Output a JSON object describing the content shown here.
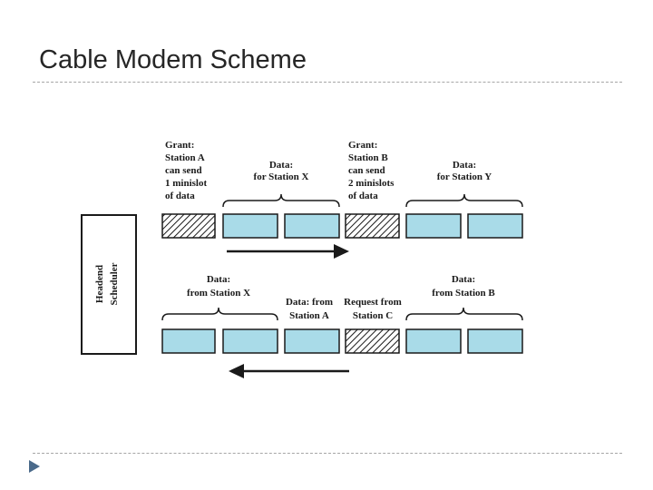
{
  "slide": {
    "title": "Cable Modem Scheme"
  },
  "diagram": {
    "headend": {
      "line1": "Headend",
      "line2": "Scheduler"
    },
    "downstream": {
      "grant_a": [
        "Grant:",
        "Station A",
        "can send",
        "1 minislot",
        "of data"
      ],
      "data_x": [
        "Data:",
        "for Station X"
      ],
      "grant_b": [
        "Grant:",
        "Station B",
        "can send",
        "2 minislots",
        "of data"
      ],
      "data_y": [
        "Data:",
        "for Station Y"
      ]
    },
    "upstream": {
      "data_from_x": [
        "Data:",
        "from Station X"
      ],
      "data_from_a": [
        "Data: from",
        "Station A"
      ],
      "request_c": [
        "Request from",
        "Station C"
      ],
      "data_from_b": [
        "Data:",
        "from Station B"
      ]
    },
    "colors": {
      "data_slot": "#a9dbe8",
      "slot_border": "#1a1a1a",
      "rule": "#a6a6a6",
      "bullet": "#4a6a8a"
    }
  }
}
